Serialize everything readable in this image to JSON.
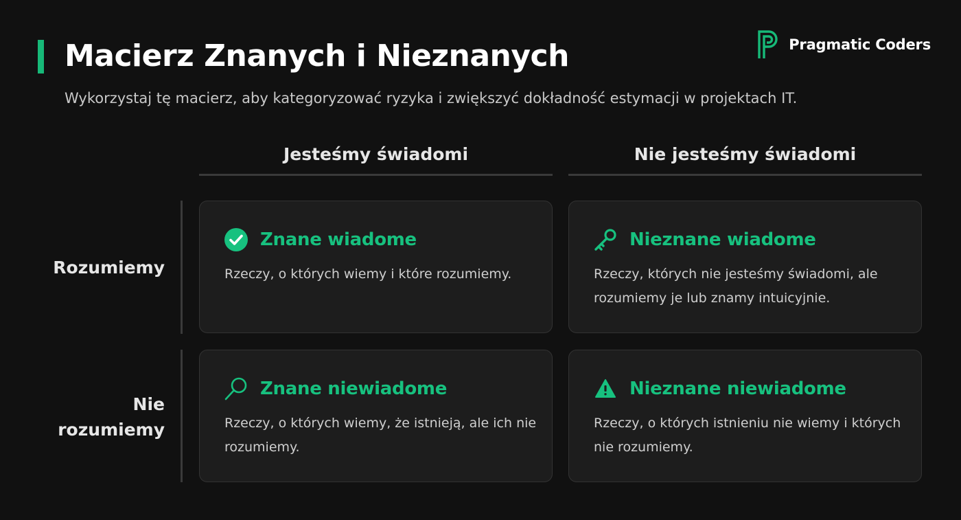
{
  "header": {
    "title": "Macierz Znanych i Nieznanych",
    "subtitle": "Wykorzystaj tę macierz, aby kategoryzować ryzyka i zwiększyć dokładność estymacji w projektach IT.",
    "accent_color": "#17b978"
  },
  "logo": {
    "text": "Pragmatic Coders",
    "icon": "pragmatic-coders-logo-icon"
  },
  "columns": [
    {
      "label": "Jesteśmy świadomi"
    },
    {
      "label": "Nie jesteśmy świadomi"
    }
  ],
  "rows": [
    {
      "label": "Rozumiemy"
    },
    {
      "label": "Nie rozumiemy"
    }
  ],
  "cells": [
    {
      "title": "Znane wiadome",
      "description": "Rzeczy, o których wiemy i które rozumiemy.",
      "icon": "check-circle-icon"
    },
    {
      "title": "Nieznane wiadome",
      "description": "Rzeczy, których nie jesteśmy świadomi, ale rozumiemy je lub znamy intuicyjnie.",
      "icon": "key-icon"
    },
    {
      "title": "Znane niewiadome",
      "description": "Rzeczy, o których wiemy, że istnieją, ale ich nie rozumiemy.",
      "icon": "magnifier-icon"
    },
    {
      "title": "Nieznane niewiadome",
      "description": "Rzeczy, o których istnieniu nie wiemy i których nie rozumiemy.",
      "icon": "warning-triangle-icon"
    }
  ],
  "colors": {
    "background": "#111111",
    "card_background": "#1d1d1d",
    "card_title": "#17c17f",
    "divider": "#3a3a3a"
  }
}
